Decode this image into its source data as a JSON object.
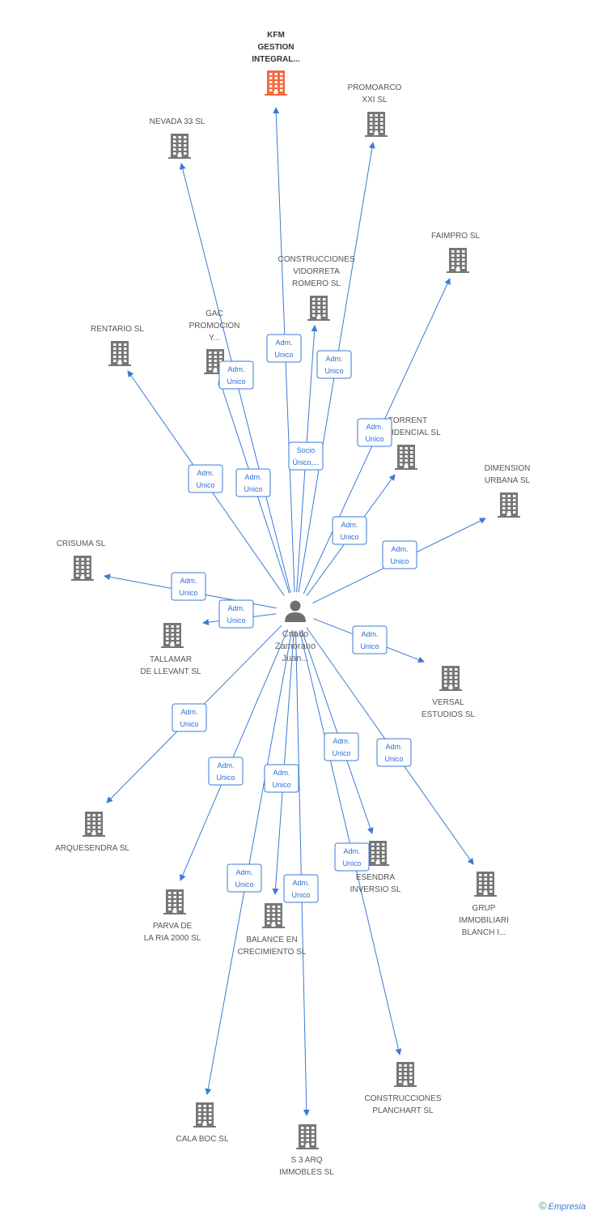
{
  "center": {
    "name_lines": [
      "Criado",
      "Zamorano",
      "Juan..."
    ],
    "icon": "person-icon"
  },
  "colors": {
    "edge": "#3a7bd5",
    "building": "#777777",
    "focus_building": "#f26a3d",
    "badge_border": "#3a7bd5"
  },
  "nodes": [
    {
      "id": "kfm",
      "label_lines": [
        "KFM",
        "GESTION",
        "INTEGRAL..."
      ],
      "focus": true,
      "relation": [
        "Adm.",
        "Unico"
      ]
    },
    {
      "id": "nevada",
      "label_lines": [
        "NEVADA 33 SL"
      ],
      "relation": [
        "Adm.",
        "Unico"
      ]
    },
    {
      "id": "promoarco",
      "label_lines": [
        "PROMOARCO",
        "XXI SL"
      ],
      "relation": [
        "Adm.",
        "Unico"
      ]
    },
    {
      "id": "faimpro",
      "label_lines": [
        "FAIMPRO SL"
      ],
      "relation": [
        "Adm.",
        "Unico"
      ]
    },
    {
      "id": "vidorreta",
      "label_lines": [
        "CONSTRUCCIONES",
        "VIDORRETA",
        "ROMERO SL"
      ],
      "relation": [
        "Socio",
        "Único,..."
      ]
    },
    {
      "id": "gac",
      "label_lines": [
        "GAC",
        "PROMOCION",
        "Y..."
      ],
      "relation": [
        "Adm.",
        "Unico"
      ]
    },
    {
      "id": "rentario",
      "label_lines": [
        "RENTARIO SL"
      ],
      "relation": [
        "Adm.",
        "Unico"
      ]
    },
    {
      "id": "torrent",
      "label_lines": [
        "TORRENT",
        "RESIDENCIAL SL"
      ],
      "relation": [
        "Adm.",
        "Unico"
      ]
    },
    {
      "id": "dimension",
      "label_lines": [
        "DIMENSION",
        "URBANA SL"
      ],
      "relation": [
        "Adm.",
        "Unico"
      ]
    },
    {
      "id": "crisuma",
      "label_lines": [
        "CRISUMA SL"
      ],
      "relation": [
        "Adm.",
        "Unico"
      ]
    },
    {
      "id": "tallamar",
      "label_lines": [
        "TALLAMAR",
        "DE LLEVANT SL"
      ],
      "relation": [
        "Adm.",
        "Unico"
      ]
    },
    {
      "id": "versal",
      "label_lines": [
        "VERSAL",
        "ESTUDIOS SL"
      ],
      "relation": [
        "Adm.",
        "Unico"
      ]
    },
    {
      "id": "arquesendra",
      "label_lines": [
        "ARQUESENDRA SL"
      ],
      "relation": [
        "Adm.",
        "Unico"
      ]
    },
    {
      "id": "parva",
      "label_lines": [
        "PARVA DE",
        "LA RIA 2000 SL"
      ],
      "relation": [
        "Adm.",
        "Unico"
      ]
    },
    {
      "id": "balance",
      "label_lines": [
        "BALANCE EN",
        "CRECIMIENTO SL"
      ],
      "relation": [
        "Adm.",
        "Unico"
      ]
    },
    {
      "id": "esendra",
      "label_lines": [
        "ESENDRA",
        "INVERSIO SL"
      ],
      "relation": [
        "Adm.",
        "Unico"
      ]
    },
    {
      "id": "grup",
      "label_lines": [
        "GRUP",
        "IMMOBILIARI",
        "BLANCH I..."
      ],
      "relation": [
        "Adm.",
        "Unico"
      ]
    },
    {
      "id": "calaboc",
      "label_lines": [
        "CALA BOC SL"
      ],
      "relation": [
        "Adm.",
        "Unico"
      ]
    },
    {
      "id": "s3arq",
      "label_lines": [
        "S 3 ARQ",
        "IMMOBLES SL"
      ],
      "relation": [
        "Adm.",
        "Unico"
      ]
    },
    {
      "id": "planchart",
      "label_lines": [
        "CONSTRUCCIONES",
        "PLANCHART SL"
      ],
      "relation": [
        "Adm.",
        "Unico"
      ]
    }
  ],
  "brand": {
    "symbol": "©",
    "name": "Empresia"
  }
}
